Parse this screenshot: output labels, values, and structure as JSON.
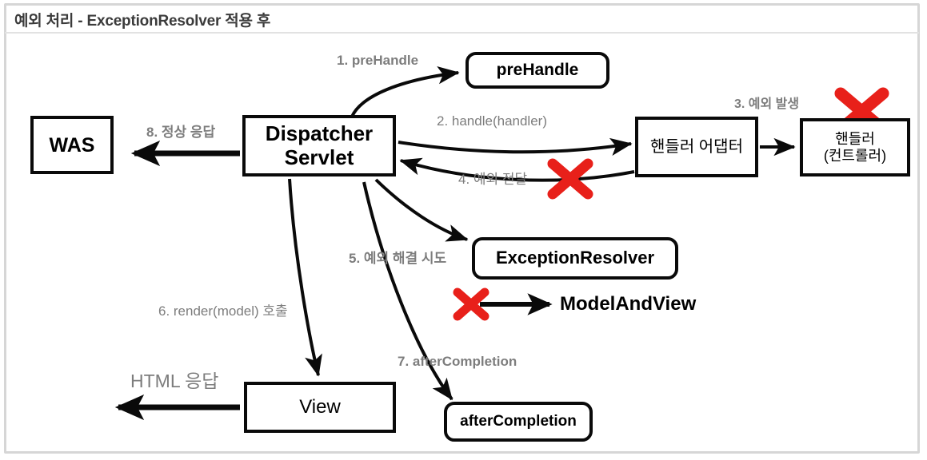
{
  "title": "예외 처리 - ExceptionResolver 적용 후",
  "accent_colors": {
    "frame": "#d6d6d6",
    "node_border": "#0a0a0a",
    "label_gray": "#7d7d7d",
    "x_red": "#e8201a",
    "title_gray": "#3b3b3b"
  },
  "nodes": {
    "was": {
      "label": "WAS",
      "shape": "rect"
    },
    "dispatcher_servlet": {
      "label_line1": "Dispatcher",
      "label_line2": "Servlet",
      "shape": "rect"
    },
    "pre_handle": {
      "label": "preHandle",
      "shape": "rounded"
    },
    "handler_adapter": {
      "label": "핸들러 어댑터",
      "shape": "rect"
    },
    "handler_controller": {
      "label_line1": "핸들러",
      "label_line2": "(컨트롤러)",
      "shape": "rect"
    },
    "exception_resolver": {
      "label": "ExceptionResolver",
      "shape": "rounded"
    },
    "model_and_view": {
      "label": "ModelAndView",
      "shape": "text"
    },
    "view": {
      "label": "View",
      "shape": "rect"
    },
    "after_completion": {
      "label": "afterCompletion",
      "shape": "rounded"
    }
  },
  "edge_labels": {
    "step1": "1. preHandle",
    "step2": "2. handle(handler)",
    "step3": "3. 예외 발생",
    "step4": "4. 예외 전달",
    "step5": "5. 예외 해결 시도",
    "step6": "6. render(model) 호출",
    "step7": "7. afterCompletion",
    "step8": "8. 정상 응답",
    "html_response": "HTML 응답"
  },
  "markers": {
    "x_on_handler": "red-x-mark",
    "x_on_exception_propagation": "red-x-mark",
    "x_on_model_and_view": "red-x-mark"
  }
}
